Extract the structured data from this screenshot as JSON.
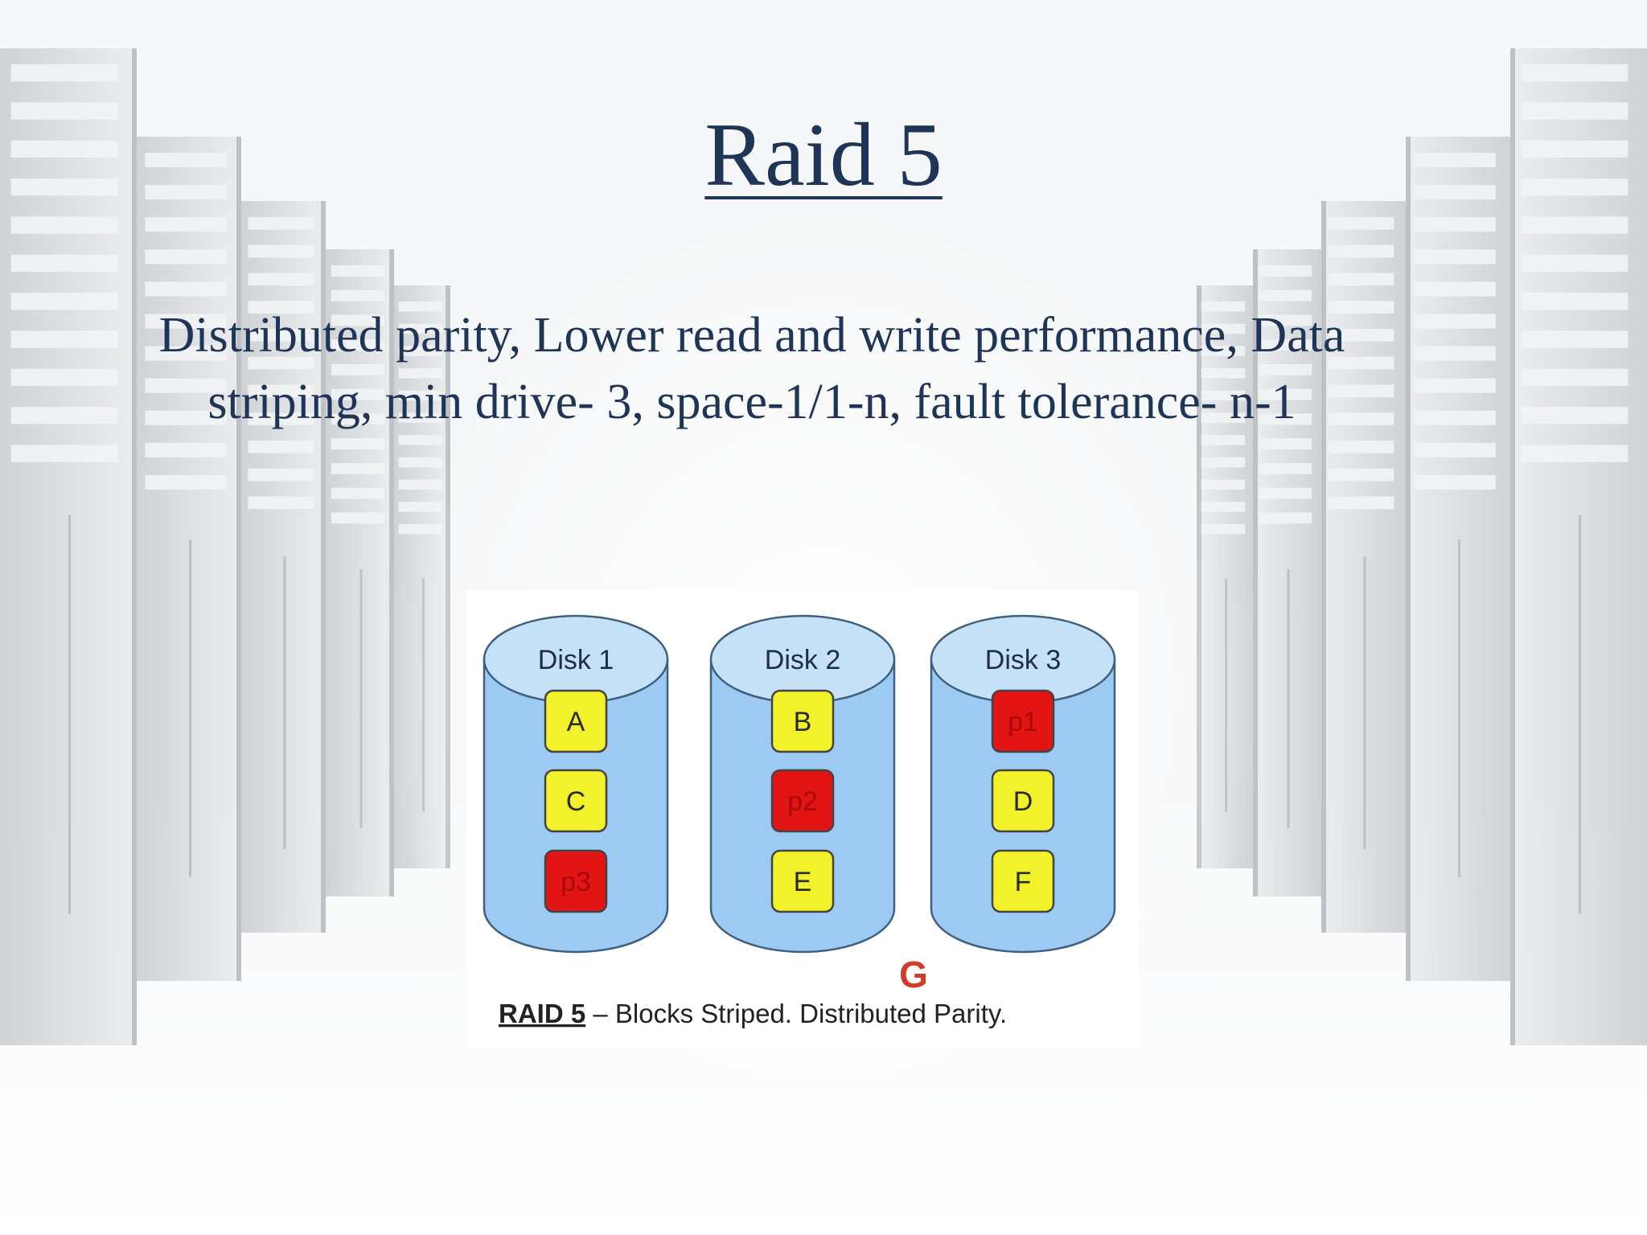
{
  "slide": {
    "title": "Raid 5",
    "body": "Distributed parity, Lower read and write performance, Data striping, min drive- 3, space-1/1-n, fault tolerance- n-1"
  },
  "diagram": {
    "disks": [
      {
        "label": "Disk 1",
        "blocks": [
          {
            "label": "A",
            "parity": false
          },
          {
            "label": "C",
            "parity": false
          },
          {
            "label": "p3",
            "parity": true
          }
        ]
      },
      {
        "label": "Disk 2",
        "blocks": [
          {
            "label": "B",
            "parity": false
          },
          {
            "label": "p2",
            "parity": true
          },
          {
            "label": "E",
            "parity": false
          }
        ]
      },
      {
        "label": "Disk 3",
        "blocks": [
          {
            "label": "p1",
            "parity": true
          },
          {
            "label": "D",
            "parity": false
          },
          {
            "label": "F",
            "parity": false
          }
        ]
      }
    ],
    "caption_strong": "RAID 5",
    "caption_rest": " – Blocks Striped. Distributed Parity.",
    "watermark": "G",
    "colors": {
      "disk_fill": "#9dcaf2",
      "disk_top": "#c4e1f8",
      "disk_stroke": "#3f5f7f",
      "data_block": "#f2f22a",
      "parity_block": "#e31414",
      "block_stroke": "#444444"
    }
  },
  "background": {
    "scene": "server-room-corridor"
  }
}
